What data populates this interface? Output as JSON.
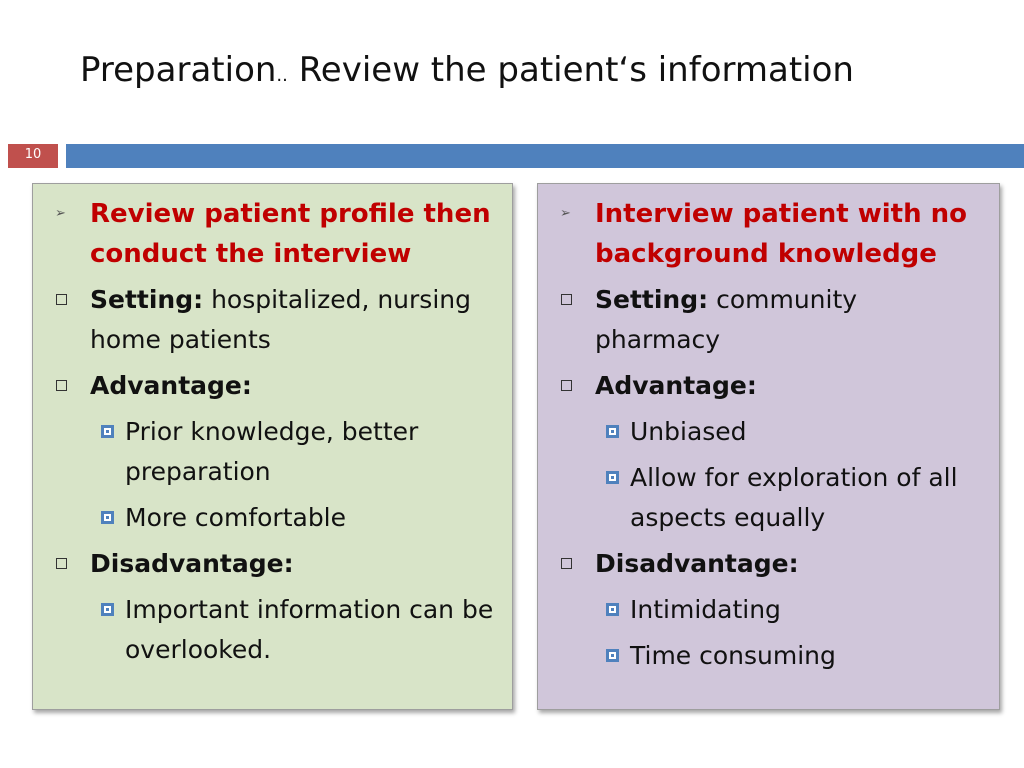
{
  "title": {
    "part1": "Preparation",
    "dots": "..",
    "part2": "Review the patient‘s information"
  },
  "slide_number": "10",
  "colors": {
    "accent_bar": "#4f81bd",
    "slide_number_bg": "#c0504d",
    "heading_text": "#c00000",
    "left_panel_bg": "#d8e4c8",
    "right_panel_bg": "#d0c6da"
  },
  "left": {
    "heading": "Review patient profile then conduct the interview",
    "setting_label": "Setting:",
    "setting_text": " hospitalized, nursing home patients",
    "advantage_label": "Advantage:",
    "advantages": [
      "Prior knowledge, better preparation",
      "More comfortable"
    ],
    "disadvantage_label": "Disadvantage:",
    "disadvantages": [
      "Important information can be overlooked."
    ]
  },
  "right": {
    "heading": "Interview patient with no background knowledge",
    "setting_label": "Setting:",
    "setting_text": " community pharmacy",
    "advantage_label": "Advantage:",
    "advantages": [
      "Unbiased",
      "Allow for exploration of all aspects equally"
    ],
    "disadvantage_label": "Disadvantage:",
    "disadvantages": [
      "Intimidating",
      "Time consuming"
    ]
  }
}
